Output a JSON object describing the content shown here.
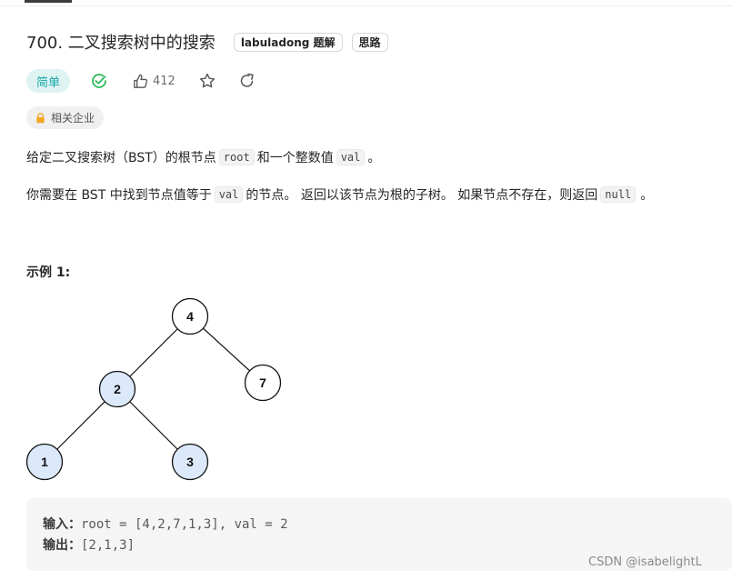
{
  "problem": {
    "title": "700. 二叉搜索树中的搜索",
    "tags": [
      "labuladong 题解",
      "思路"
    ],
    "difficulty": "简单",
    "like_count": "412",
    "company_tag": "相关企业"
  },
  "description": {
    "p1": {
      "before": "给定二叉搜索树（BST）的根节点",
      "code1": "root",
      "middle": "和一个整数值",
      "code2": "val",
      "after": "。"
    },
    "p2": {
      "before": "你需要在 BST 中找到节点值等于",
      "code1": "val",
      "middle": "的节点。 返回以该节点为根的子树。 如果节点不存在，则返回",
      "code2": "null",
      "after": "。"
    }
  },
  "example": {
    "heading": "示例 1:",
    "tree_nodes": [
      {
        "value": "4",
        "highlight": false
      },
      {
        "value": "2",
        "highlight": true
      },
      {
        "value": "7",
        "highlight": false
      },
      {
        "value": "1",
        "highlight": true
      },
      {
        "value": "3",
        "highlight": true
      }
    ],
    "input_label": "输入：",
    "input_value": "root = [4,2,7,1,3], val = 2",
    "output_label": "输出：",
    "output_value": "[2,1,3]"
  },
  "colors": {
    "difficulty_bg": "#dff3f3",
    "difficulty_text": "#17a7a7",
    "accepted_check": "#2cbb5d",
    "node_highlight": "#dce9fb",
    "lock": "#f5a623"
  },
  "icons": [
    "check-circle-icon",
    "thumbs-up-icon",
    "star-icon",
    "share-icon",
    "lock-icon"
  ],
  "watermark": "CSDN @isabelightL"
}
